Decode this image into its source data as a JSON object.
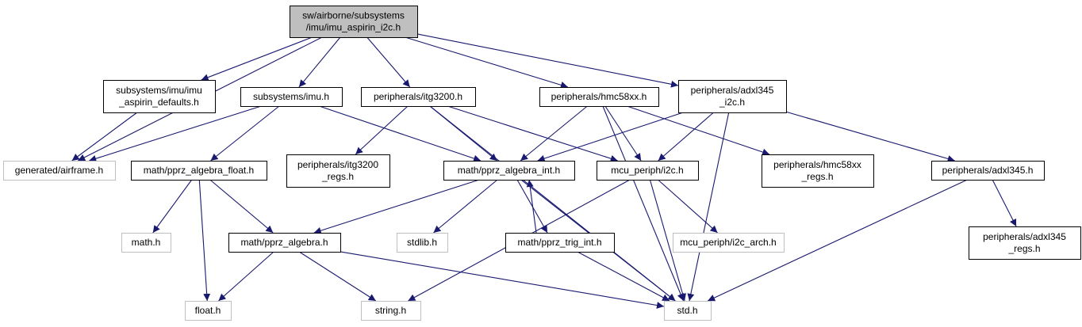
{
  "colors": {
    "edge": "#191970",
    "border": "#000000",
    "gray_border": "#bfbfbf",
    "root_fill": "#bfbfbf",
    "fill": "#ffffff",
    "text": "#000000"
  },
  "nodes": [
    {
      "id": "root",
      "lines": [
        "sw/airborne/subsystems",
        "/imu/imu_aspirin_i2c.h"
      ],
      "style": "root"
    },
    {
      "id": "aspirin_defaults",
      "lines": [
        "subsystems/imu/imu",
        "_aspirin_defaults.h"
      ],
      "style": "normal"
    },
    {
      "id": "imu_h",
      "lines": [
        "subsystems/imu.h"
      ],
      "style": "normal"
    },
    {
      "id": "itg3200",
      "lines": [
        "peripherals/itg3200.h"
      ],
      "style": "normal"
    },
    {
      "id": "hmc58xx",
      "lines": [
        "peripherals/hmc58xx.h"
      ],
      "style": "normal"
    },
    {
      "id": "adxl345_i2c",
      "lines": [
        "peripherals/adxl345",
        "_i2c.h"
      ],
      "style": "normal"
    },
    {
      "id": "airframe",
      "lines": [
        "generated/airframe.h"
      ],
      "style": "gray"
    },
    {
      "id": "pprz_float",
      "lines": [
        "math/pprz_algebra_float.h"
      ],
      "style": "normal"
    },
    {
      "id": "itg3200_regs",
      "lines": [
        "peripherals/itg3200",
        "_regs.h"
      ],
      "style": "normal"
    },
    {
      "id": "pprz_int",
      "lines": [
        "math/pprz_algebra_int.h"
      ],
      "style": "normal"
    },
    {
      "id": "i2c",
      "lines": [
        "mcu_periph/i2c.h"
      ],
      "style": "normal"
    },
    {
      "id": "hmc_regs",
      "lines": [
        "peripherals/hmc58xx",
        "_regs.h"
      ],
      "style": "normal"
    },
    {
      "id": "adxl345",
      "lines": [
        "peripherals/adxl345.h"
      ],
      "style": "normal"
    },
    {
      "id": "math_h",
      "lines": [
        "math.h"
      ],
      "style": "gray"
    },
    {
      "id": "pprz_algebra",
      "lines": [
        "math/pprz_algebra.h"
      ],
      "style": "normal"
    },
    {
      "id": "stdlib",
      "lines": [
        "stdlib.h"
      ],
      "style": "gray"
    },
    {
      "id": "trig",
      "lines": [
        "math/pprz_trig_int.h"
      ],
      "style": "normal"
    },
    {
      "id": "i2c_arch",
      "lines": [
        "mcu_periph/i2c_arch.h"
      ],
      "style": "gray"
    },
    {
      "id": "adxl_regs",
      "lines": [
        "peripherals/adxl345",
        "_regs.h"
      ],
      "style": "normal"
    },
    {
      "id": "float_h",
      "lines": [
        "float.h"
      ],
      "style": "gray"
    },
    {
      "id": "string_h",
      "lines": [
        "string.h"
      ],
      "style": "gray"
    },
    {
      "id": "std_h",
      "lines": [
        "std.h"
      ],
      "style": "gray"
    }
  ],
  "edges": [
    [
      "root",
      "aspirin_defaults"
    ],
    [
      "root",
      "imu_h"
    ],
    [
      "root",
      "itg3200"
    ],
    [
      "root",
      "hmc58xx"
    ],
    [
      "root",
      "adxl345_i2c"
    ],
    [
      "root",
      "airframe"
    ],
    [
      "aspirin_defaults",
      "airframe"
    ],
    [
      "imu_h",
      "airframe"
    ],
    [
      "imu_h",
      "pprz_float"
    ],
    [
      "imu_h",
      "pprz_int"
    ],
    [
      "itg3200",
      "itg3200_regs"
    ],
    [
      "itg3200",
      "pprz_int"
    ],
    [
      "itg3200",
      "i2c"
    ],
    [
      "itg3200",
      "std_h"
    ],
    [
      "hmc58xx",
      "pprz_int"
    ],
    [
      "hmc58xx",
      "i2c"
    ],
    [
      "hmc58xx",
      "hmc_regs"
    ],
    [
      "hmc58xx",
      "std_h"
    ],
    [
      "adxl345_i2c",
      "pprz_int"
    ],
    [
      "adxl345_i2c",
      "i2c"
    ],
    [
      "adxl345_i2c",
      "adxl345"
    ],
    [
      "adxl345_i2c",
      "std_h"
    ],
    [
      "pprz_float",
      "math_h"
    ],
    [
      "pprz_float",
      "pprz_algebra"
    ],
    [
      "pprz_float",
      "float_h"
    ],
    [
      "pprz_int",
      "pprz_algebra"
    ],
    [
      "pprz_int",
      "stdlib"
    ],
    [
      "pprz_int",
      "trig"
    ],
    [
      "pprz_int",
      "std_h"
    ],
    [
      "trig",
      "pprz_int"
    ],
    [
      "trig",
      "std_h"
    ],
    [
      "i2c",
      "i2c_arch"
    ],
    [
      "i2c",
      "string_h"
    ],
    [
      "i2c",
      "std_h"
    ],
    [
      "adxl345",
      "adxl_regs"
    ],
    [
      "adxl345",
      "std_h"
    ],
    [
      "pprz_algebra",
      "float_h"
    ],
    [
      "pprz_algebra",
      "string_h"
    ],
    [
      "pprz_algebra",
      "std_h"
    ]
  ]
}
